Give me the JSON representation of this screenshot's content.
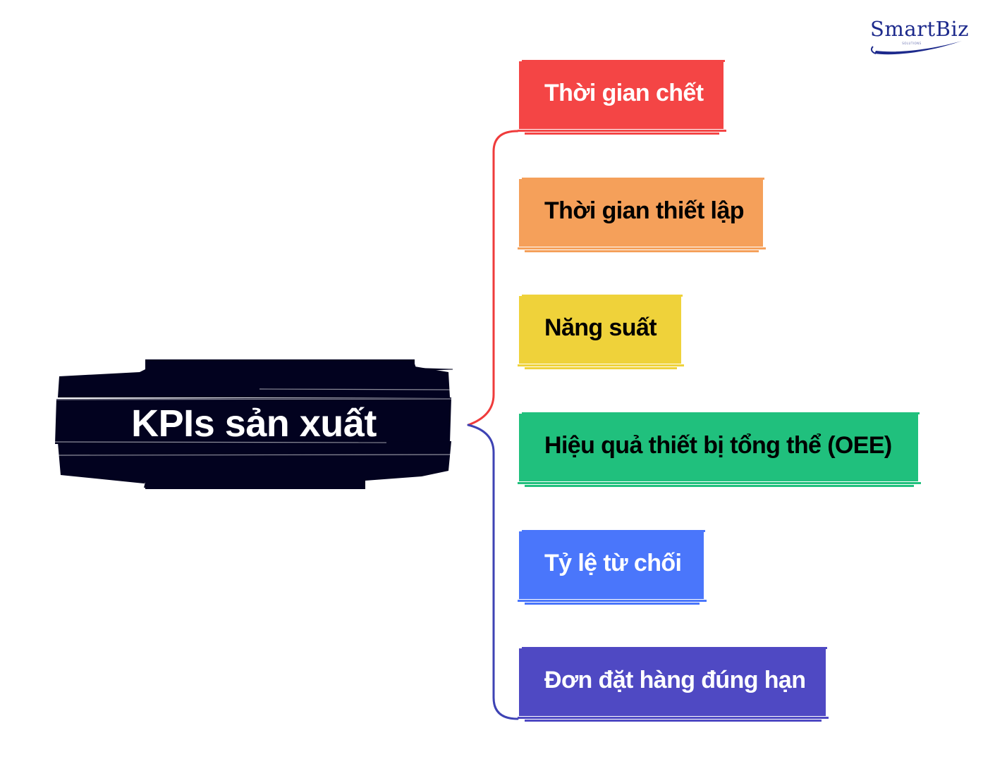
{
  "logo": {
    "text": "SmartBiz",
    "tagline": "SOLUTIONS"
  },
  "central_topic": {
    "label": "KPIs sản xuất",
    "color": "#02021f"
  },
  "branch_colors": {
    "upper": "#ef3b3b",
    "lower": "#3e43b4"
  },
  "topics": [
    {
      "label": "Thời gian chết",
      "color": "#f44545",
      "text_color": "#ffffff"
    },
    {
      "label": "Thời gian thiết lập",
      "color": "#f5a05a",
      "text_color": "#000000"
    },
    {
      "label": "Năng suất",
      "color": "#efd23a",
      "text_color": "#000000"
    },
    {
      "label": "Hiệu quả thiết bị tổng thể (OEE)",
      "color": "#20c07d",
      "text_color": "#000000"
    },
    {
      "label": "Tỷ lệ từ chối",
      "color": "#4a76fb",
      "text_color": "#ffffff"
    },
    {
      "label": "Đơn đặt hàng đúng hạn",
      "color": "#4f49c3",
      "text_color": "#ffffff"
    }
  ]
}
